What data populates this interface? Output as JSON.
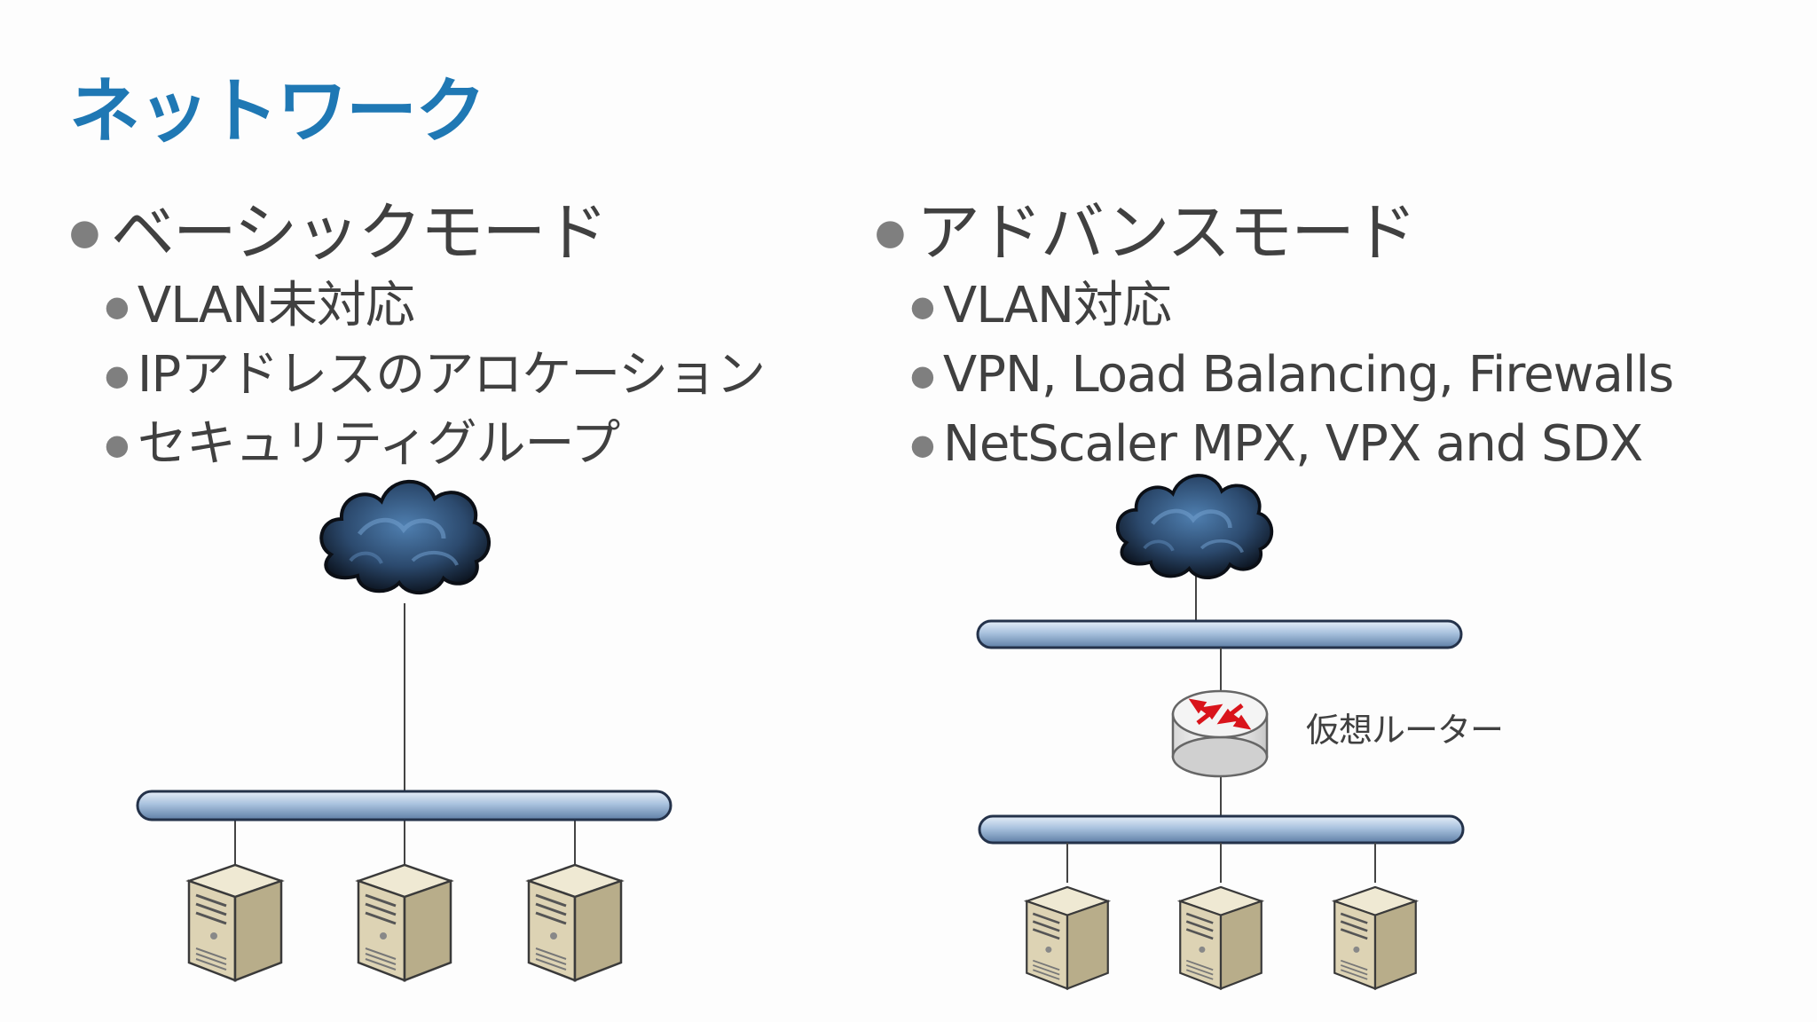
{
  "slide": {
    "title": "ネットワーク",
    "left": {
      "heading": "ベーシックモード",
      "items": [
        "VLAN未対応",
        "IPアドレスのアロケーション",
        "セキュリティグループ"
      ]
    },
    "right": {
      "heading": "アドバンスモード",
      "items": [
        "VLAN対応",
        "VPN, Load Balancing, Firewalls",
        "NetScaler MPX, VPX and SDX"
      ]
    },
    "router_label": "仮想ルーター"
  },
  "colors": {
    "title": "#1f78b4",
    "text": "#404040",
    "bullet": "#7f7f7f",
    "pipe": "#9bb8d8",
    "router_arrows": "#d9141b",
    "server_body": "#ddd3b4",
    "cloud": "#2c4a6e"
  },
  "icons": [
    "cloud-icon",
    "network-bus",
    "router-icon",
    "server-icon"
  ]
}
